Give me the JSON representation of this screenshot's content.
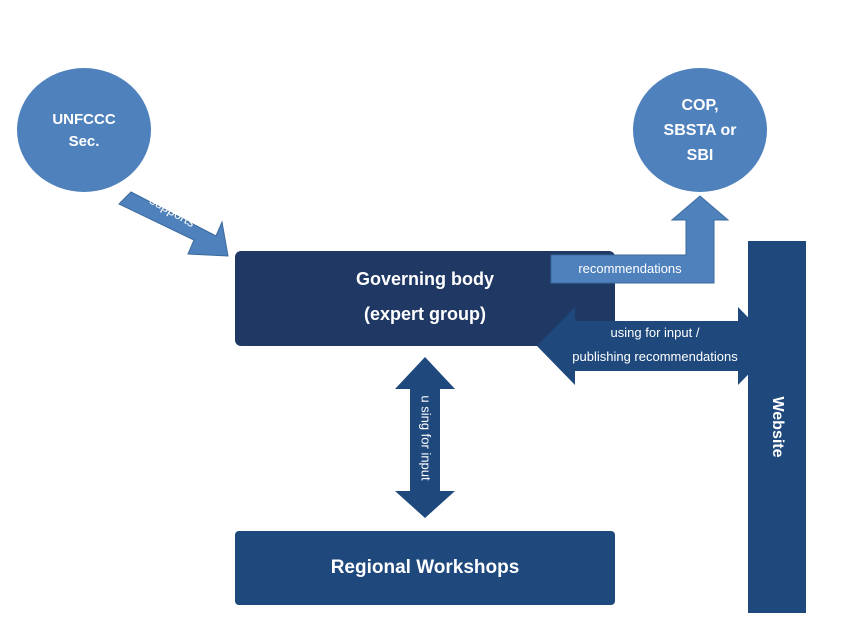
{
  "nodes": {
    "unfccc": {
      "line1": "UNFCCC",
      "line2": "Sec."
    },
    "cop": {
      "line1": "COP,",
      "line2": "SBSTA or",
      "line3": "SBI"
    },
    "governing_body": {
      "line1": "Governing body",
      "line2": "(expert group)"
    },
    "regional_workshops": {
      "label": "Regional Workshops"
    },
    "website": {
      "label": "Website"
    }
  },
  "edges": {
    "supports": "supports",
    "recommendations": "recommendations",
    "website_link": {
      "line1": "using for input /",
      "line2": "publishing recommendations"
    },
    "workshops_link": "u sing for input"
  },
  "colors": {
    "circle": "#4f81bd",
    "dark_box": "#1f3864",
    "box": "#1f497d",
    "arrow_light": "#4f81bd",
    "arrow_dark": "#1f497d"
  }
}
